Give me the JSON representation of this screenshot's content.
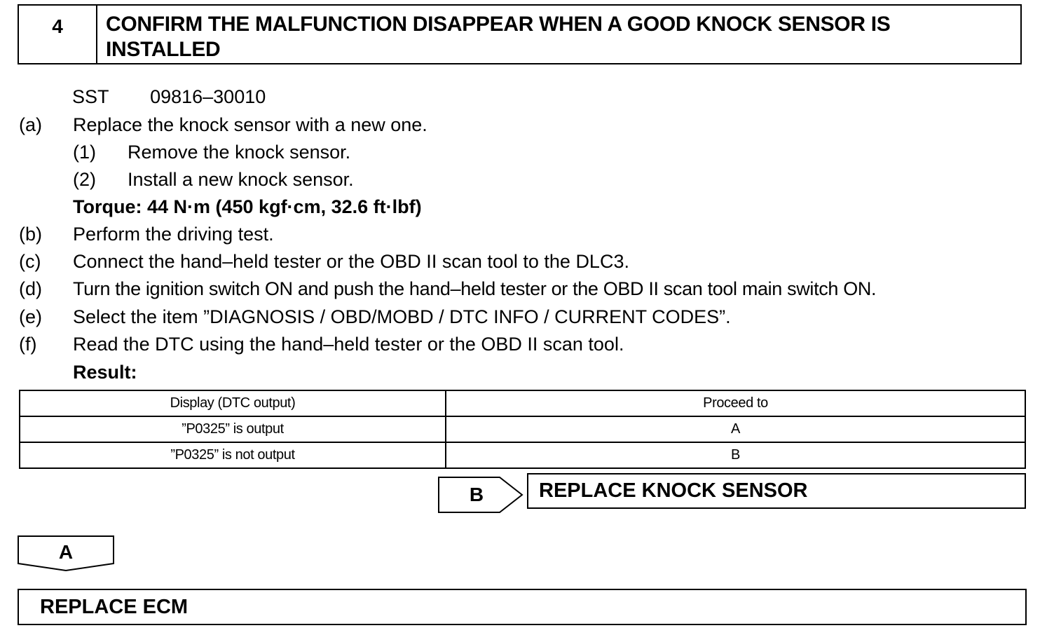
{
  "step": {
    "number": "4",
    "title_line1": "CONFIRM THE MALFUNCTION DISAPPEAR WHEN A GOOD KNOCK SENSOR IS",
    "title_line2": "INSTALLED"
  },
  "sst": {
    "label": "SST",
    "value": "09816–30010"
  },
  "instructions": [
    {
      "mark": "(a)",
      "text": "Replace the knock sensor with a new one."
    },
    {
      "mark": "(1)",
      "text": "Remove the knock sensor."
    },
    {
      "mark": "(2)",
      "text": "Install a new knock sensor."
    },
    {
      "mark": "",
      "text": "Torque: 44 N·m (450 kgf·cm, 32.6 ft·lbf)"
    },
    {
      "mark": "(b)",
      "text": "Perform the driving test."
    },
    {
      "mark": "(c)",
      "text": "Connect the hand–held tester or the OBD II scan tool to the DLC3."
    },
    {
      "mark": "(d)",
      "text": "Turn the ignition switch ON and push the hand–held tester or the OBD II scan tool main switch ON."
    },
    {
      "mark": "(e)",
      "text": "Select the item ”DIAGNOSIS / OBD/MOBD / DTC INFO / CURRENT CODES”."
    },
    {
      "mark": "(f)",
      "text": "Read the DTC using the hand–held tester or the OBD II scan tool."
    }
  ],
  "result_label": "Result:",
  "result_table": {
    "headers": [
      "Display (DTC output)",
      "Proceed to"
    ],
    "rows": [
      [
        "”P0325” is output",
        "A"
      ],
      [
        "”P0325” is not output",
        "B"
      ]
    ]
  },
  "branch_b": {
    "tag": "B",
    "action": "REPLACE KNOCK SENSOR"
  },
  "branch_a": {
    "tag": "A",
    "action": "REPLACE ECM"
  }
}
